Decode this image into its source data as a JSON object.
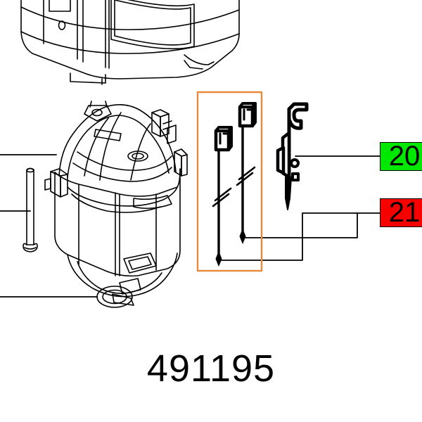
{
  "document": {
    "type": "exploded-parts-diagram",
    "part_number": "491195",
    "background_color": "#ffffff",
    "line_color": "#000000"
  },
  "callouts": [
    {
      "number": "20",
      "color": "#00e700",
      "color_name": "green",
      "refers_to": "brush-holder-spring-clip"
    },
    {
      "number": "21",
      "color": "#f60000",
      "color_name": "red",
      "refers_to": "carbon-brush-pair"
    }
  ],
  "highlight_box": {
    "color": "#e8893c",
    "encloses": "carbon-brush-pair"
  },
  "parts": [
    {
      "name": "motor-housing-cover",
      "label": ""
    },
    {
      "name": "motor-stator-field-assembly",
      "label": ""
    },
    {
      "name": "long-screw-bolt",
      "label": ""
    },
    {
      "name": "o-ring-washer",
      "label": ""
    },
    {
      "name": "carbon-brush-left",
      "label": ""
    },
    {
      "name": "carbon-brush-right",
      "label": ""
    },
    {
      "name": "brush-holder-spring-clip",
      "label": ""
    }
  ]
}
